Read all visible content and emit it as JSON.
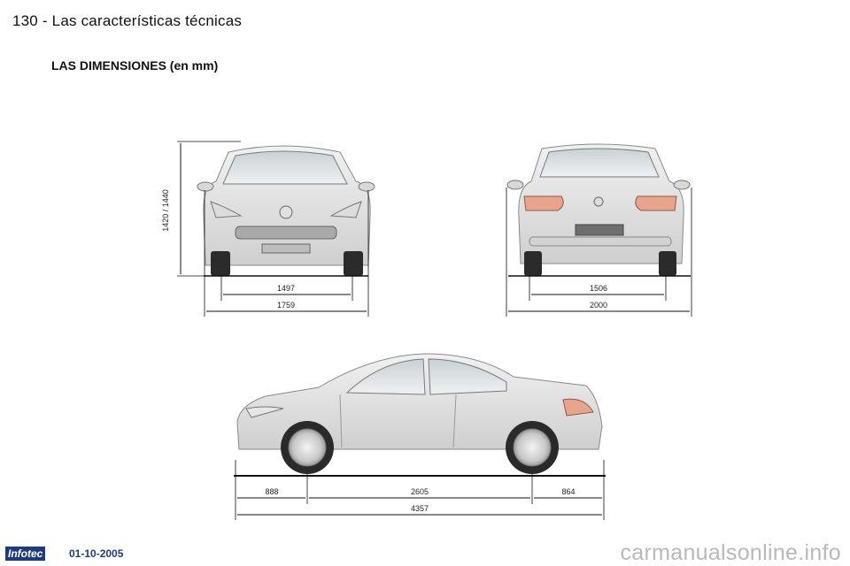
{
  "header": {
    "page_label": "130 - Las características técnicas"
  },
  "section": {
    "title": "LAS DIMENSIONES (en mm)"
  },
  "dimensions": {
    "front": {
      "height": "1420 / 1440",
      "track": "1497",
      "width": "1759"
    },
    "rear": {
      "track": "1506",
      "width_mirrors": "2000"
    },
    "side": {
      "front_overhang": "888",
      "wheelbase": "2605",
      "rear_overhang": "864",
      "length": "4357"
    }
  },
  "footer": {
    "logo": "Infotec",
    "date": "01-10-2005",
    "watermark": "carmanualsonline.info"
  }
}
